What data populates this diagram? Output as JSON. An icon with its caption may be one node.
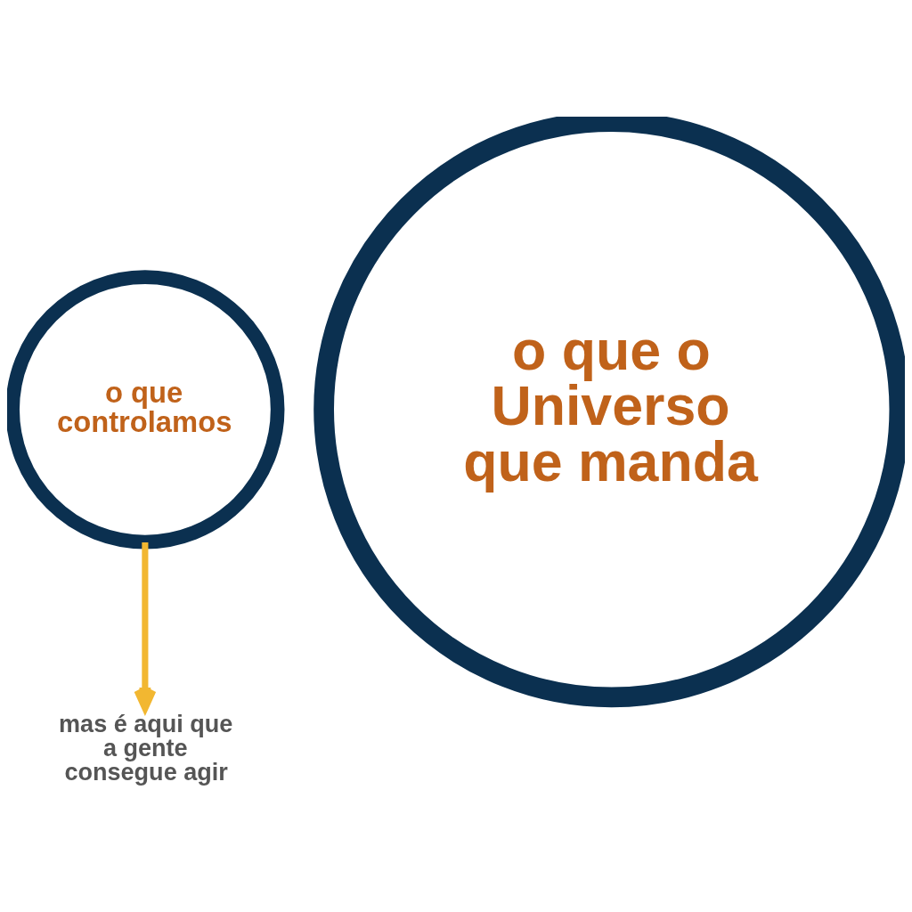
{
  "diagram": {
    "nodes": [
      {
        "text": [
          "o que controlamos"
        ]
      },
      {
        "text": [
          "o que o Universo que manda"
        ]
      },
      {
        "text": [
          "mas é aqui que a gente consegue agir"
        ]
      }
    ],
    "edges": [
      {
        "from": 0,
        "to": 2,
        "arrow": "to",
        "color": "#f2b731"
      }
    ]
  }
}
